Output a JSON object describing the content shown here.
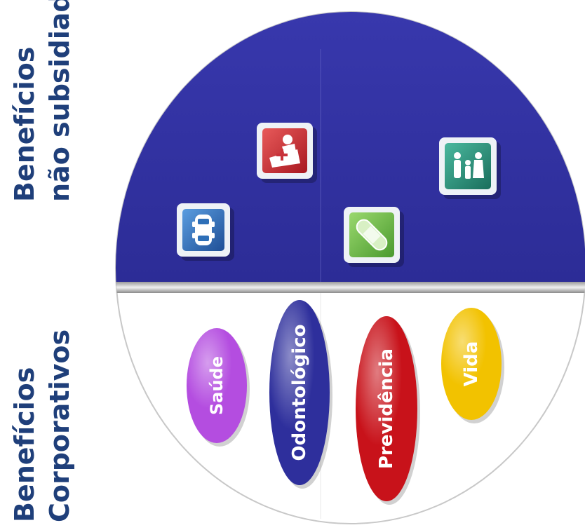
{
  "labels": {
    "top": {
      "line1": "Benefícios",
      "line2": "não subsidiados"
    },
    "bottom": {
      "line1": "Benefícios",
      "line2": "Corporativos"
    }
  },
  "pills": [
    {
      "label": "Saúde",
      "color": "#b44de0"
    },
    {
      "label": "Odontológico",
      "color": "#2e2f9c"
    },
    {
      "label": "Previdência",
      "color": "#c8121a"
    },
    {
      "label": "Vida",
      "color": "#f2c200"
    }
  ],
  "icons": [
    {
      "name": "car-icon",
      "color": "#2e6fb8"
    },
    {
      "name": "hospital-icon",
      "color": "#c8323a"
    },
    {
      "name": "bandage-icon",
      "color": "#6cb84a"
    },
    {
      "name": "family-icon",
      "color": "#2a8f7a"
    }
  ],
  "colors": {
    "top_half": "#3232a2",
    "bottom_half": "#ffffff",
    "label_text": "#1f3f7a"
  }
}
